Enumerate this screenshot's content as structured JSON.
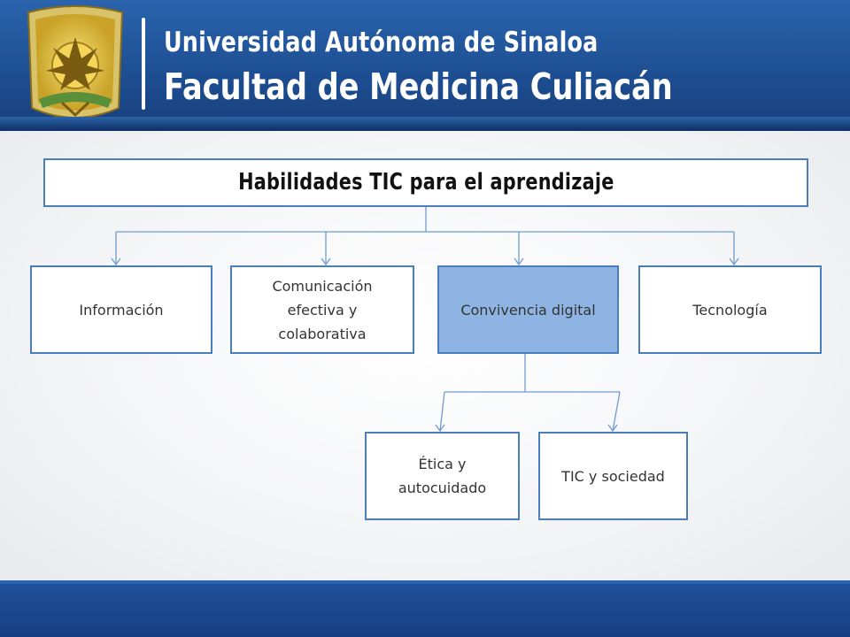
{
  "header": {
    "university": "Universidad Autónoma de Sinaloa",
    "faculty": "Facultad de Medicina Culiacán",
    "logo_icon": "university-crest-icon"
  },
  "diagram": {
    "root": "Habilidades TIC para el aprendizaje",
    "children": [
      {
        "label": "Información"
      },
      {
        "label": "Comunicación efectiva y colaborativa"
      },
      {
        "label": "Convivencia digital",
        "highlighted": true
      },
      {
        "label": "Tecnología"
      }
    ],
    "sub_children": [
      {
        "label": "Ética y autocuidado"
      },
      {
        "label": "TIC y sociedad"
      }
    ]
  },
  "colors": {
    "header_blue": "#1e4f93",
    "box_border": "#4a7ebb",
    "highlight_fill": "#8eb4e3",
    "connector": "#6f9bd0"
  }
}
